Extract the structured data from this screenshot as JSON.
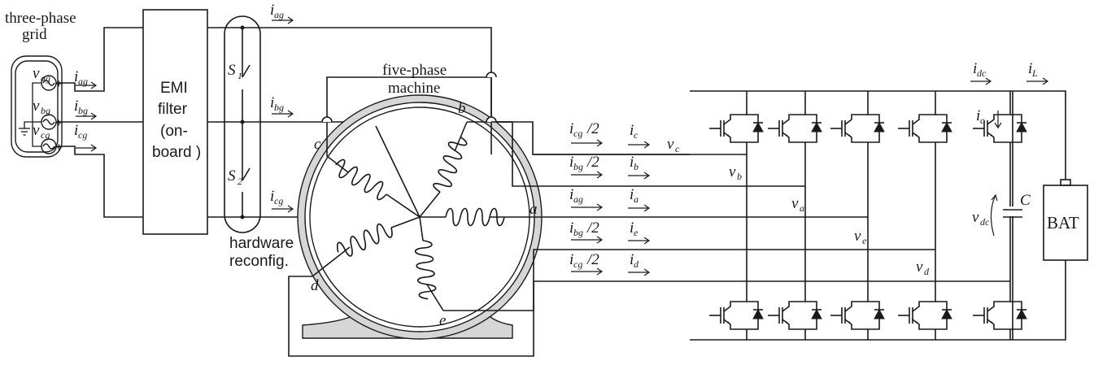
{
  "blocks": {
    "grid_title_1": "three-phase",
    "grid_title_2": "grid",
    "emi_1": "EMI",
    "emi_2": "filter",
    "emi_3": "(on-",
    "emi_4": "board )",
    "hw_1": "hardware",
    "hw_2": "reconfig.",
    "machine_1": "five-phase",
    "machine_2": "machine",
    "battery": "BAT",
    "capacitor": "C"
  },
  "switches": {
    "s1": {
      "main": "S",
      "sub": "1"
    },
    "s2": {
      "main": "S",
      "sub": "2"
    }
  },
  "sources": [
    {
      "main": "v",
      "sub": "ag"
    },
    {
      "main": "v",
      "sub": "bg"
    },
    {
      "main": "v",
      "sub": "cg"
    }
  ],
  "source_polarity": "+",
  "grid_currents": [
    {
      "main": "i",
      "sub": "ag"
    },
    {
      "main": "i",
      "sub": "bg"
    },
    {
      "main": "i",
      "sub": "cg"
    }
  ],
  "line_currents": [
    {
      "main": "i",
      "sub": "ag"
    },
    {
      "main": "i",
      "sub": "bg"
    },
    {
      "main": "i",
      "sub": "cg"
    }
  ],
  "terminals": {
    "a": "a",
    "b": "b",
    "c": "c",
    "d": "d",
    "e": "e"
  },
  "branch_currents": [
    {
      "main": "i",
      "sub": "cg",
      "tail": "/2"
    },
    {
      "main": "i",
      "sub": "bg",
      "tail": "/2"
    },
    {
      "main": "i",
      "sub": "ag",
      "tail": ""
    },
    {
      "main": "i",
      "sub": "bg",
      "tail": "/2"
    },
    {
      "main": "i",
      "sub": "cg",
      "tail": "/2"
    }
  ],
  "phase_currents": [
    {
      "main": "i",
      "sub": "c"
    },
    {
      "main": "i",
      "sub": "b"
    },
    {
      "main": "i",
      "sub": "a"
    },
    {
      "main": "i",
      "sub": "e"
    },
    {
      "main": "i",
      "sub": "d"
    }
  ],
  "phase_voltages": [
    {
      "main": "v",
      "sub": "c"
    },
    {
      "main": "v",
      "sub": "b"
    },
    {
      "main": "v",
      "sub": "a"
    },
    {
      "main": "v",
      "sub": "e"
    },
    {
      "main": "v",
      "sub": "d"
    }
  ],
  "dc_side": {
    "i_dc": {
      "main": "i",
      "sub": "dc"
    },
    "i_L": {
      "main": "i",
      "sub": "L"
    },
    "i_c": {
      "main": "i",
      "sub": "c"
    },
    "v_dc": {
      "main": "v",
      "sub": "dc"
    }
  }
}
